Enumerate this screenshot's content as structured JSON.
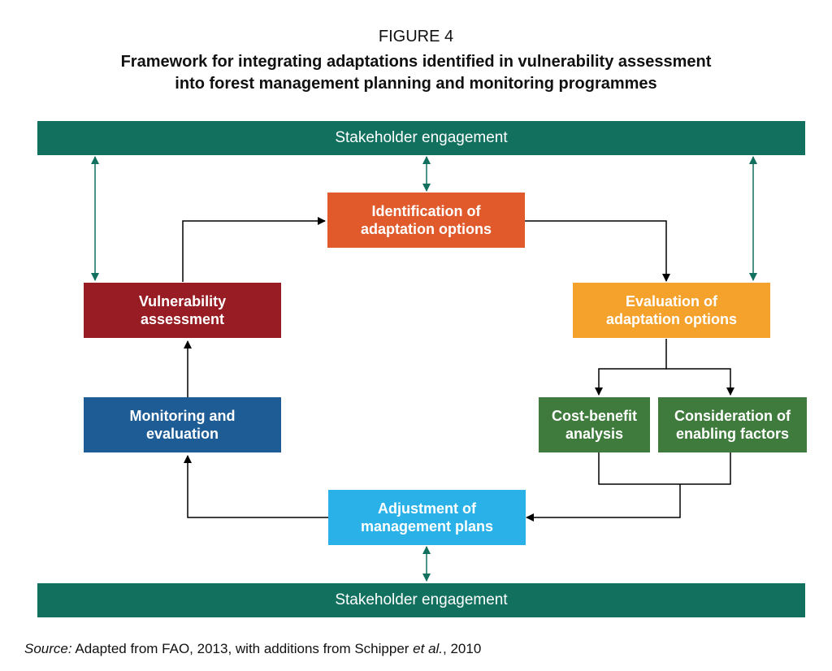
{
  "figure": {
    "label": "FIGURE 4",
    "title_line1": "Framework for integrating adaptations identified in vulnerability assessment",
    "title_line2": "into forest management planning and monitoring programmes"
  },
  "stakeholder_top": "Stakeholder engagement",
  "stakeholder_bottom": "Stakeholder engagement",
  "boxes": {
    "identification": {
      "line1": "Identification of",
      "line2": "adaptation options",
      "color": "#e15a2c"
    },
    "vulnerability": {
      "line1": "Vulnerability",
      "line2": "assessment",
      "color": "#971c23"
    },
    "evaluation": {
      "line1": "Evaluation of",
      "line2": "adaptation options",
      "color": "#f5a22c"
    },
    "monitoring": {
      "line1": "Monitoring and",
      "line2": "evaluation",
      "color": "#1e5c96"
    },
    "cost_benefit": {
      "line1": "Cost-benefit",
      "line2": "analysis",
      "color": "#3f7b3c"
    },
    "enabling": {
      "line1": "Consideration of",
      "line2": "enabling factors",
      "color": "#3f7b3c"
    },
    "adjustment": {
      "line1": "Adjustment of",
      "line2": "management plans",
      "color": "#2ab1e8"
    }
  },
  "colors": {
    "stakeholder_bar": "#12705f",
    "engagement_arrow": "#12705f",
    "flow_arrow": "#000000"
  },
  "source": {
    "label": "Source:",
    "text_before": "Adapted from FAO, 2013, with additions from Schipper ",
    "italic": "et al.",
    "text_after": ", 2010"
  }
}
